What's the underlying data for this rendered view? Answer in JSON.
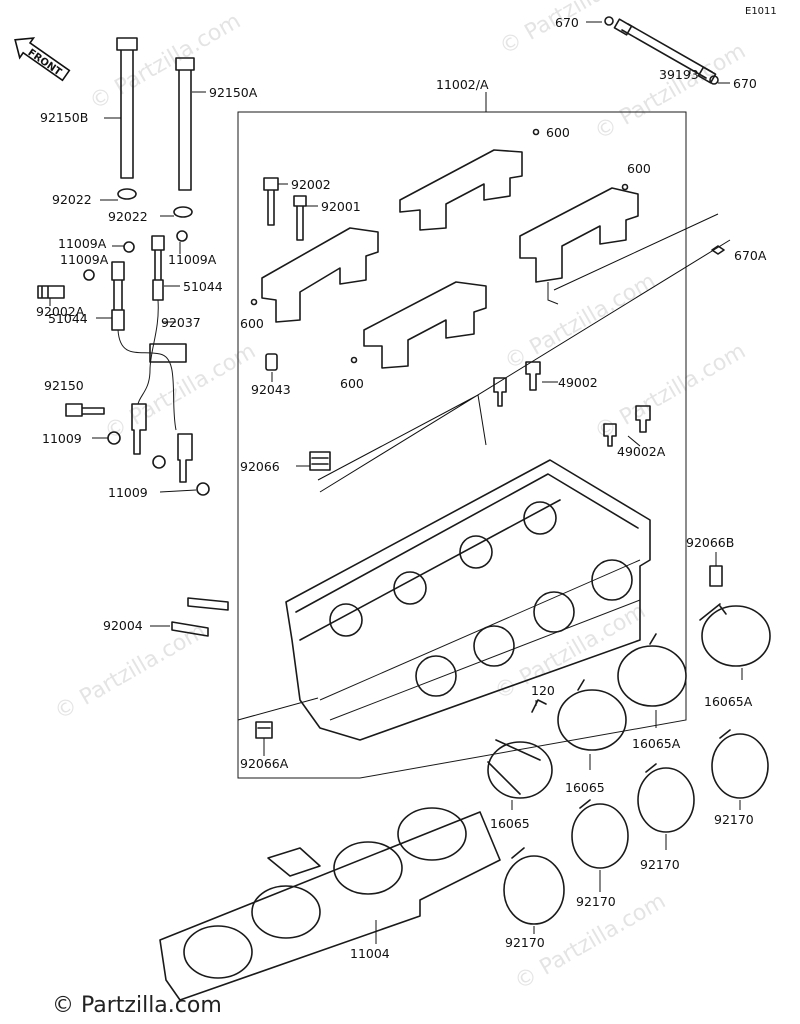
{
  "diagram_code": "E1011",
  "front_label": "FRONT",
  "watermark": "© Partzilla.com",
  "copyright": "© Partzilla.com",
  "parts": {
    "p670_top": "670",
    "p670_right": "670",
    "p39193": "39193",
    "p11002A": "11002/A",
    "p600_a": "600",
    "p600_b": "600",
    "p600_c": "600",
    "p600_d": "600",
    "p670A": "670A",
    "p92150B": "92150B",
    "p92150A": "92150A",
    "p92002": "92002",
    "p92001": "92001",
    "p92022_a": "92022",
    "p92022_b": "92022",
    "p11009A_a": "11009A",
    "p11009A_b": "11009A",
    "p11009A_c": "11009A",
    "p51044_a": "51044",
    "p51044_b": "51044",
    "p92002A": "92002A",
    "p92037": "92037",
    "p92043": "92043",
    "p49002": "49002",
    "p49002A": "49002A",
    "p92150": "92150",
    "p11009_a": "11009",
    "p11009_b": "11009",
    "p92066": "92066",
    "p92066B": "92066B",
    "p92004": "92004",
    "p92066A": "92066A",
    "p120": "120",
    "p16065A_a": "16065A",
    "p16065A_b": "16065A",
    "p16065_a": "16065",
    "p16065_b": "16065",
    "p92170_a": "92170",
    "p92170_b": "92170",
    "p92170_c": "92170",
    "p92170_d": "92170",
    "p11004": "11004"
  }
}
